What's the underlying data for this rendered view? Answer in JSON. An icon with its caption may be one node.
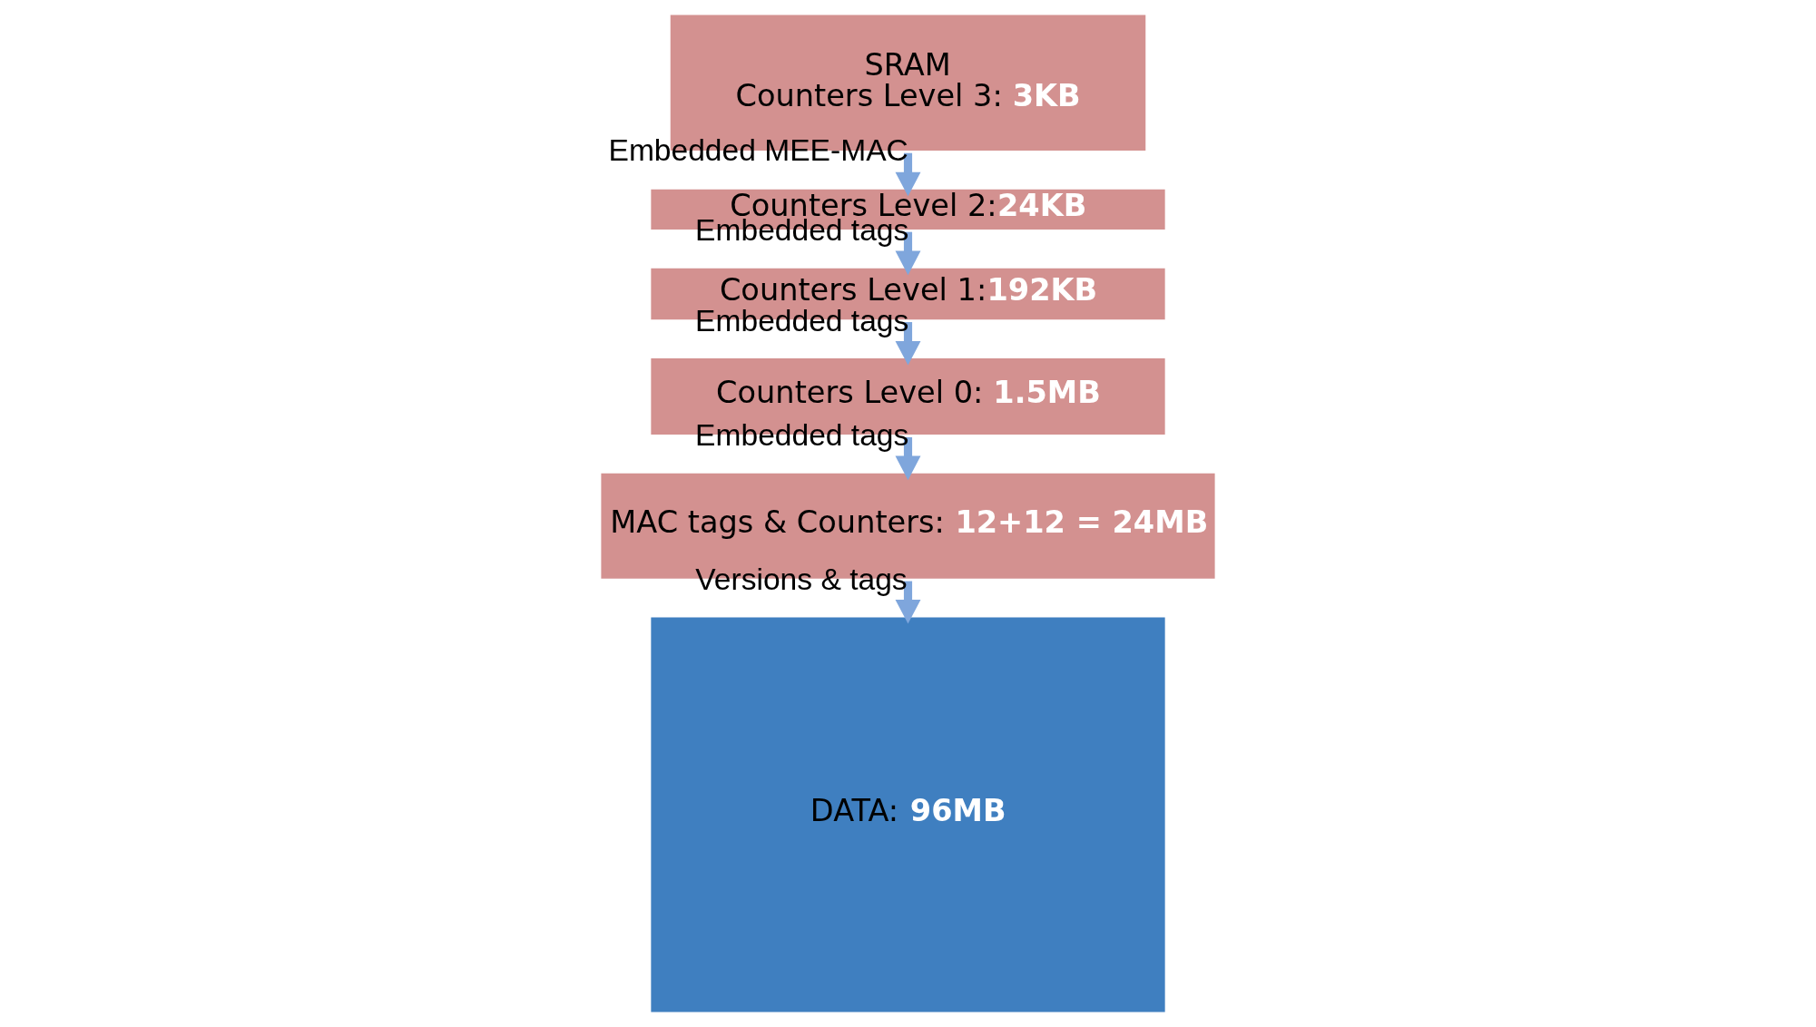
{
  "diagram": {
    "nodes": [
      {
        "text": [
          "SRAM",
          "Counters Level 3: **3KB**"
        ]
      },
      {
        "text": [
          "Counters Level 2:**24KB**"
        ]
      },
      {
        "text": [
          "Counters Level 1:**192KB**"
        ]
      },
      {
        "text": [
          "Counters Level 0: **1.5MB**"
        ]
      },
      {
        "text": [
          "MAC tags & Counters: **12+12 = 24MB**"
        ]
      },
      {
        "text": [
          "DATA: **96MB**"
        ]
      }
    ],
    "edges": [
      {
        "from": 0,
        "to": 1,
        "arrow": "to",
        "label": "Embedded MEE-MAC"
      },
      {
        "from": 1,
        "to": 2,
        "arrow": "to",
        "label": "Embedded tags"
      },
      {
        "from": 2,
        "to": 3,
        "arrow": "to",
        "label": "Embedded tags"
      },
      {
        "from": 3,
        "to": 4,
        "arrow": "to",
        "label": "Embedded tags"
      },
      {
        "from": 4,
        "to": 5,
        "arrow": "to",
        "label": "Versions & tags"
      }
    ]
  }
}
